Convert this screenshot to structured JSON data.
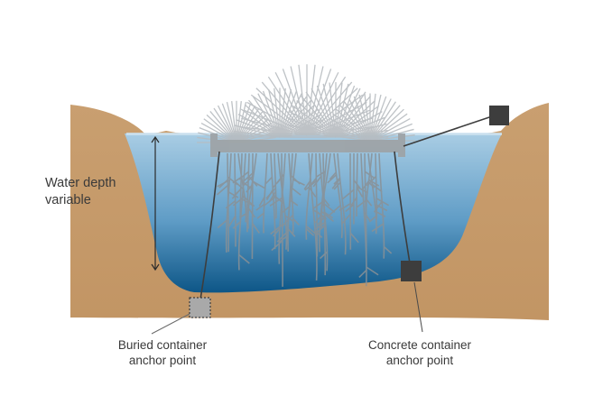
{
  "labels": {
    "depth": {
      "line1": "Water depth",
      "line2": "variable"
    },
    "buried_anchor": {
      "line1": "Buried container",
      "line2": "anchor point"
    },
    "concrete_anchor": {
      "line1": "Concrete container",
      "line2": "anchor point"
    }
  },
  "colors": {
    "soil": "#c49a6c",
    "soil_dark": "#b07e4e",
    "water_top": "#a7cbe3",
    "water_bottom": "#0e5a8a",
    "plant": "#9aa1a6",
    "anchor": "#3d3d3d",
    "buried_anchor": "#a9a9a9",
    "line": "#3d3d3d"
  }
}
